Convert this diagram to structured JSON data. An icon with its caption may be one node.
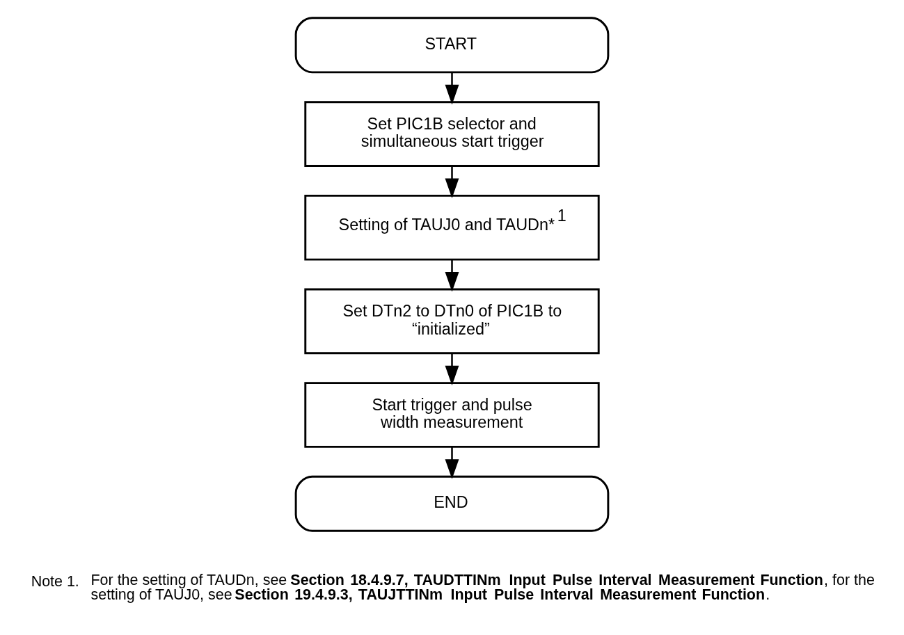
{
  "diagram": {
    "nodes": [
      {
        "text": [
          "START"
        ]
      },
      {
        "text": [
          "Set PIC1B selector and simultaneous start trigger"
        ]
      },
      {
        "text": [
          "Setting of TAUJ0 and TAUDn*$^{1}$"
        ]
      },
      {
        "text": [
          "Set DTn2 to DTn0 of PIC1B to “initialized”"
        ]
      },
      {
        "text": [
          "Start trigger and pulse width measurement"
        ]
      },
      {
        "text": [
          "END"
        ]
      }
    ],
    "edges": [
      {
        "from": 0,
        "to": 1,
        "arrow": "to"
      },
      {
        "from": 1,
        "to": 2,
        "arrow": "to"
      },
      {
        "from": 2,
        "to": 3,
        "arrow": "to"
      },
      {
        "from": 3,
        "to": 4,
        "arrow": "to"
      },
      {
        "from": 4,
        "to": 5,
        "arrow": "to"
      }
    ],
    "labels": [
      "Note 1.",
      "For the setting of TAUDn, see **Section 18.4.9.7, TAUDTTINm Input Pulse Interval Measurement Function**, for the setting of TAUJ0, see **Section 19.4.9.3, TAUJTTINm Input Pulse Interval Measurement Function**."
    ]
  }
}
